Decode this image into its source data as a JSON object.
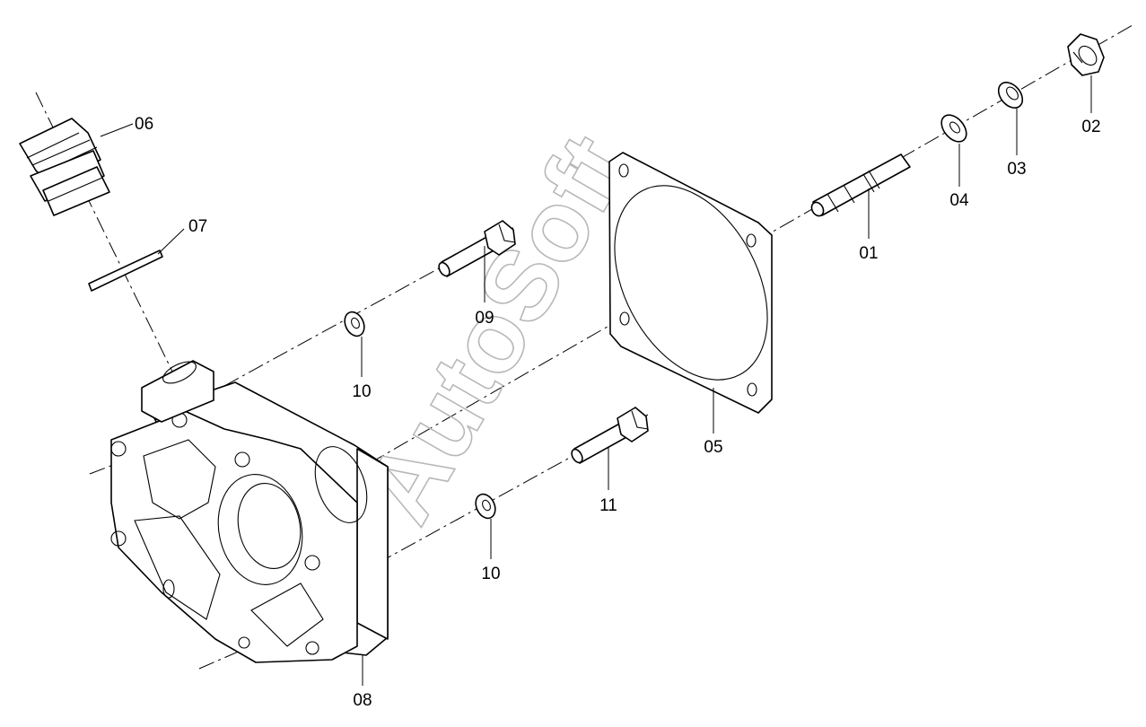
{
  "watermark": "AutoSoft",
  "callouts": {
    "c01": "01",
    "c02": "02",
    "c03": "03",
    "c04": "04",
    "c05": "05",
    "c06": "06",
    "c07": "07",
    "c08": "08",
    "c09": "09",
    "c10a": "10",
    "c10b": "10",
    "c11": "11"
  }
}
